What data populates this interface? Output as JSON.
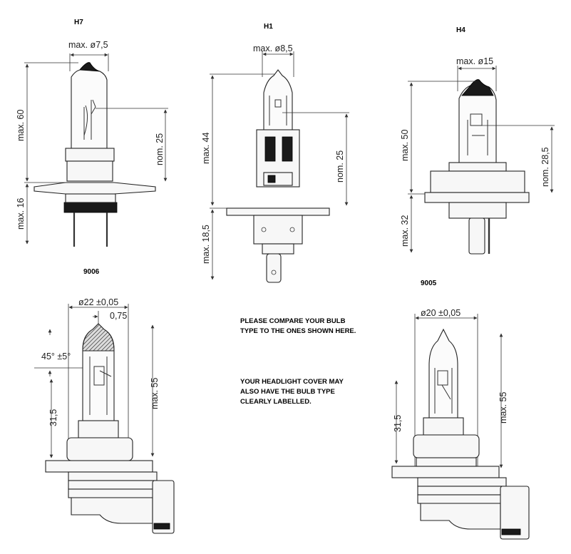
{
  "bulbs": {
    "h7": {
      "title": "H7",
      "diameter": "max. ø7,5",
      "height": "max. 60",
      "base": "max. 16",
      "focus": "nom. 25"
    },
    "h1": {
      "title": "H1",
      "diameter": "max. ø8,5",
      "height": "max. 44",
      "base": "max. 18,5",
      "focus": "nom. 25"
    },
    "h4": {
      "title": "H4",
      "diameter": "max. ø15",
      "height": "max. 50",
      "base": "max. 32",
      "focus": "nom. 28,5"
    },
    "b9006": {
      "title": "9006",
      "diameter": "ø22 ±0,05",
      "offset": "0,75",
      "angle": "45° ±5°",
      "focus": "31,5",
      "height": "max. 55"
    },
    "b9005": {
      "title": "9005",
      "diameter": "ø20 ±0,05",
      "focus": "31,5",
      "height": "max. 55"
    }
  },
  "notes": {
    "compare": "PLEASE COMPARE YOUR BULB TYPE TO THE ONES SHOWN HERE.",
    "cover": "YOUR HEADLIGHT COVER MAY ALSO HAVE THE BULB TYPE CLEARLY LABELLED."
  }
}
